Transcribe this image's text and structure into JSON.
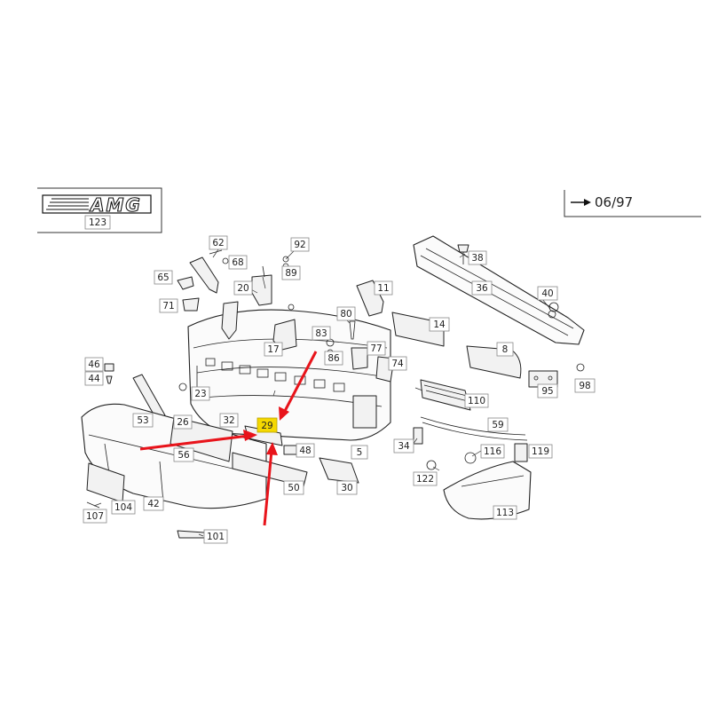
{
  "revision": {
    "text": "06/97"
  },
  "badge": {
    "word": "AMG",
    "number": "123"
  },
  "colors": {
    "arrow": "#e8141b",
    "highlight": "#f5d800"
  },
  "highlighted_part": "29",
  "labels": {
    "p62": "62",
    "p92": "92",
    "p68": "68",
    "p65": "65",
    "p20": "20",
    "p89": "89",
    "p71": "71",
    "p38": "38",
    "p11": "11",
    "p36": "36",
    "p40": "40",
    "p80": "80",
    "p14": "14",
    "p17": "17",
    "p83": "83",
    "p77": "77",
    "p86": "86",
    "p8": "8",
    "p46": "46",
    "p44": "44",
    "p74": "74",
    "p95": "95",
    "p98": "98",
    "p23": "23",
    "p110": "110",
    "p53": "53",
    "p26": "26",
    "p32": "32",
    "p29": "29",
    "p59": "59",
    "p34": "34",
    "p48": "48",
    "p56": "56",
    "p5": "5",
    "p116": "116",
    "p119": "119",
    "p30": "30",
    "p50": "50",
    "p122": "122",
    "p104": "104",
    "p42": "42",
    "p107": "107",
    "p113": "113",
    "p101": "101"
  }
}
